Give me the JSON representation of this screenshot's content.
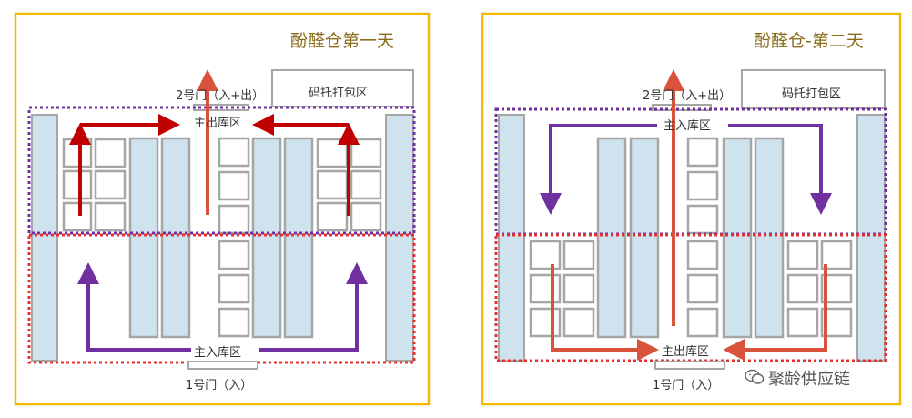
{
  "colors": {
    "frame": "#f5b800",
    "rack_fill": "#cfe3ef",
    "rack_stroke": "#a6a6a6",
    "pallet_stroke": "#a6a6a6",
    "red_arrow": "#c00000",
    "orange_arrow": "#d9533c",
    "purple_arrow": "#7030a0",
    "purple_zone": "#7030a0",
    "red_zone": "#e53030"
  },
  "left": {
    "title": "酚醛仓第一天",
    "door2_label": "2号门（入+出）",
    "pack_area_label": "码托打包区",
    "out_zone_label": "主出库区",
    "in_zone_label": "主入库区",
    "door1_label": "1号门（入）"
  },
  "right": {
    "title": "酚醛仓-第二天",
    "door2_label": "2号门（入+出）",
    "pack_area_label": "码托打包区",
    "in_zone_top_label": "主入库区",
    "out_zone_label": "主出库区",
    "door1_label": "1号门（入）"
  },
  "watermark": {
    "text": "聚龄供应链",
    "icon": "wechat-icon"
  }
}
